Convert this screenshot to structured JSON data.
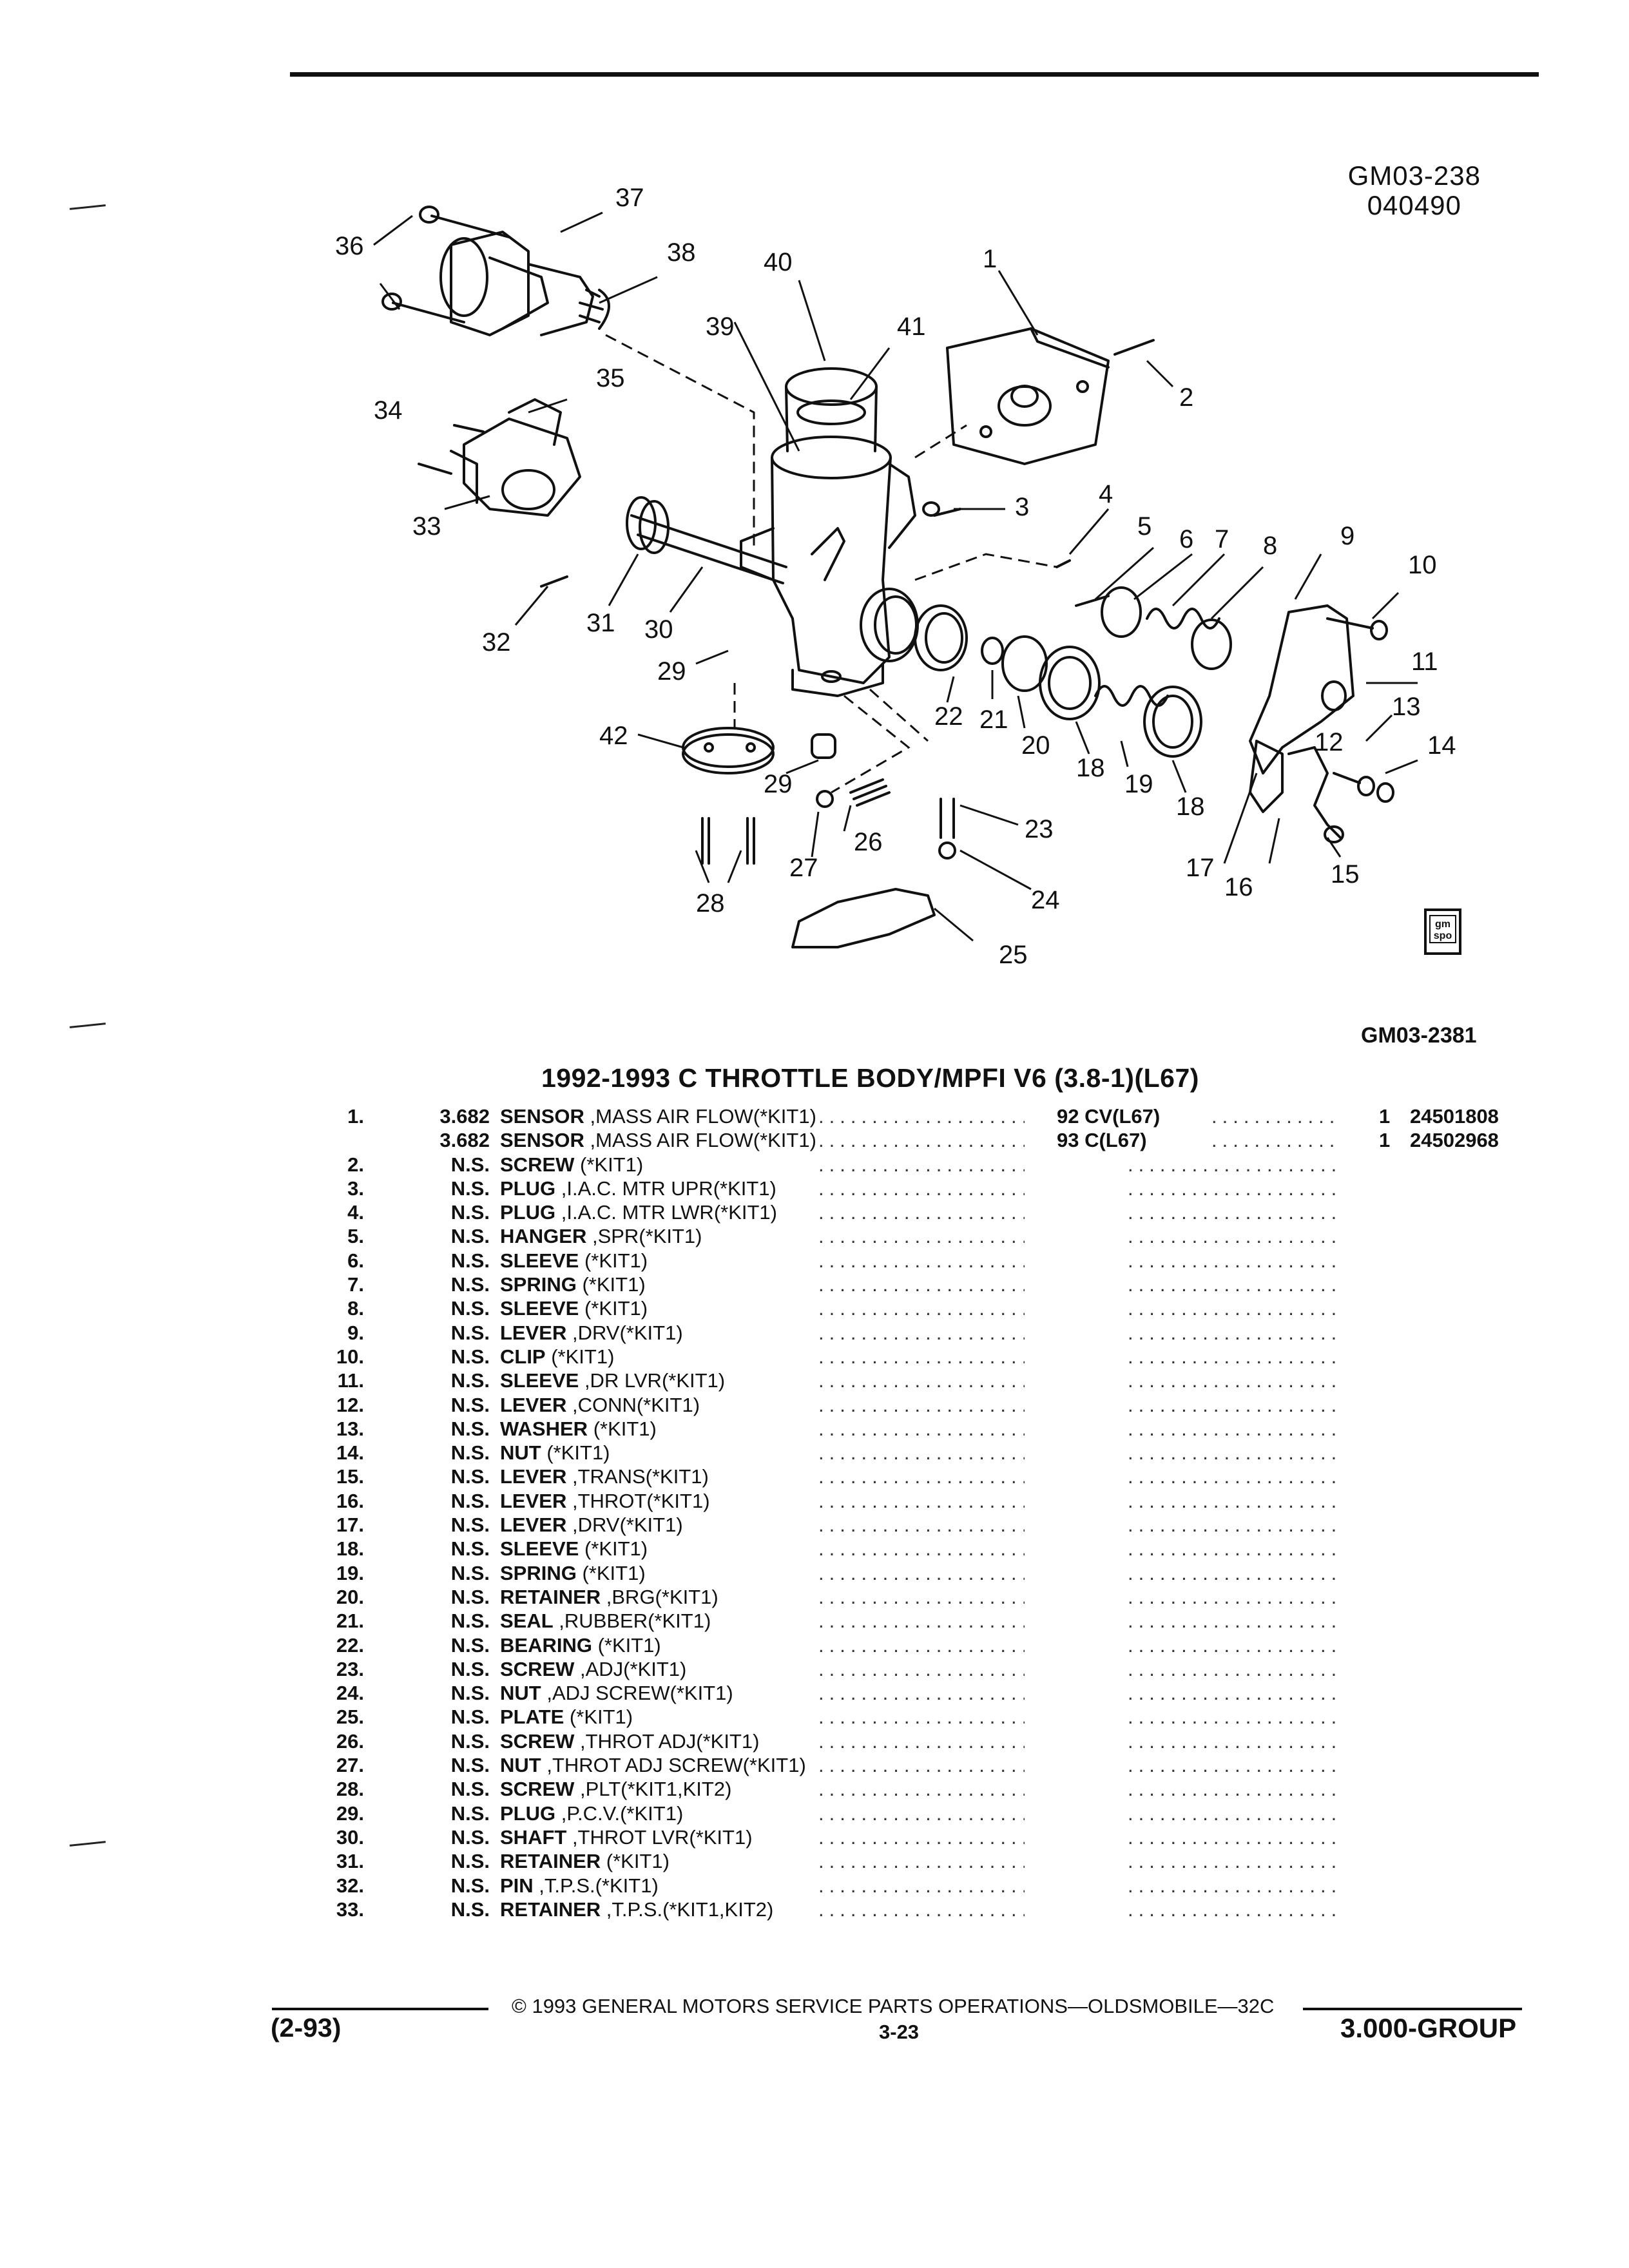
{
  "header": {
    "code1": "GM03-238",
    "code2": "040490"
  },
  "figure": {
    "code": "GM03-2381",
    "logo_text": "gm spo",
    "callouts": [
      "36",
      "37",
      "38",
      "40",
      "1",
      "39",
      "41",
      "2",
      "35",
      "34",
      "3",
      "33",
      "4",
      "5",
      "6",
      "7",
      "8",
      "9",
      "10",
      "32",
      "31",
      "30",
      "29",
      "11",
      "22",
      "21",
      "20",
      "13",
      "14",
      "42",
      "18",
      "12",
      "19",
      "29",
      "26",
      "23",
      "27",
      "17",
      "16",
      "15",
      "24",
      "28",
      "25",
      "18"
    ]
  },
  "section": {
    "title": "1992-1993 C THROTTLE BODY/MPFI V6 (3.8-1)(L67)"
  },
  "parts": [
    {
      "num": "1.",
      "qty": "3.682",
      "name": "SENSOR",
      "detail": " ,MASS AIR FLOW(*KIT1)",
      "model": "92  CV(L67)",
      "unit": "1",
      "partno": "24501808"
    },
    {
      "num": "",
      "qty": "3.682",
      "name": "SENSOR",
      "detail": " ,MASS AIR FLOW(*KIT1)",
      "model": "93  C(L67)",
      "unit": "1",
      "partno": "24502968"
    },
    {
      "num": "2.",
      "qty": "N.S.",
      "name": "SCREW",
      "detail": " (*KIT1)",
      "model": "",
      "unit": "",
      "partno": ""
    },
    {
      "num": "3.",
      "qty": "N.S.",
      "name": "PLUG",
      "detail": " ,I.A.C. MTR UPR(*KIT1)",
      "model": "",
      "unit": "",
      "partno": ""
    },
    {
      "num": "4.",
      "qty": "N.S.",
      "name": "PLUG",
      "detail": " ,I.A.C. MTR LWR(*KIT1)",
      "model": "",
      "unit": "",
      "partno": ""
    },
    {
      "num": "5.",
      "qty": "N.S.",
      "name": "HANGER",
      "detail": " ,SPR(*KIT1)",
      "model": "",
      "unit": "",
      "partno": ""
    },
    {
      "num": "6.",
      "qty": "N.S.",
      "name": "SLEEVE",
      "detail": " (*KIT1)",
      "model": "",
      "unit": "",
      "partno": ""
    },
    {
      "num": "7.",
      "qty": "N.S.",
      "name": "SPRING",
      "detail": " (*KIT1)",
      "model": "",
      "unit": "",
      "partno": ""
    },
    {
      "num": "8.",
      "qty": "N.S.",
      "name": "SLEEVE",
      "detail": " (*KIT1)",
      "model": "",
      "unit": "",
      "partno": ""
    },
    {
      "num": "9.",
      "qty": "N.S.",
      "name": "LEVER",
      "detail": " ,DRV(*KIT1)",
      "model": "",
      "unit": "",
      "partno": ""
    },
    {
      "num": "10.",
      "qty": "N.S.",
      "name": "CLIP",
      "detail": " (*KIT1)",
      "model": "",
      "unit": "",
      "partno": ""
    },
    {
      "num": "11.",
      "qty": "N.S.",
      "name": "SLEEVE",
      "detail": " ,DR LVR(*KIT1)",
      "model": "",
      "unit": "",
      "partno": ""
    },
    {
      "num": "12.",
      "qty": "N.S.",
      "name": "LEVER",
      "detail": " ,CONN(*KIT1)",
      "model": "",
      "unit": "",
      "partno": ""
    },
    {
      "num": "13.",
      "qty": "N.S.",
      "name": "WASHER",
      "detail": " (*KIT1)",
      "model": "",
      "unit": "",
      "partno": ""
    },
    {
      "num": "14.",
      "qty": "N.S.",
      "name": "NUT",
      "detail": " (*KIT1)",
      "model": "",
      "unit": "",
      "partno": ""
    },
    {
      "num": "15.",
      "qty": "N.S.",
      "name": "LEVER",
      "detail": " ,TRANS(*KIT1)",
      "model": "",
      "unit": "",
      "partno": ""
    },
    {
      "num": "16.",
      "qty": "N.S.",
      "name": "LEVER",
      "detail": " ,THROT(*KIT1)",
      "model": "",
      "unit": "",
      "partno": ""
    },
    {
      "num": "17.",
      "qty": "N.S.",
      "name": "LEVER",
      "detail": " ,DRV(*KIT1)",
      "model": "",
      "unit": "",
      "partno": ""
    },
    {
      "num": "18.",
      "qty": "N.S.",
      "name": "SLEEVE",
      "detail": " (*KIT1)",
      "model": "",
      "unit": "",
      "partno": ""
    },
    {
      "num": "19.",
      "qty": "N.S.",
      "name": "SPRING",
      "detail": " (*KIT1)",
      "model": "",
      "unit": "",
      "partno": ""
    },
    {
      "num": "20.",
      "qty": "N.S.",
      "name": "RETAINER",
      "detail": " ,BRG(*KIT1)",
      "model": "",
      "unit": "",
      "partno": ""
    },
    {
      "num": "21.",
      "qty": "N.S.",
      "name": "SEAL",
      "detail": " ,RUBBER(*KIT1)",
      "model": "",
      "unit": "",
      "partno": ""
    },
    {
      "num": "22.",
      "qty": "N.S.",
      "name": "BEARING",
      "detail": " (*KIT1)",
      "model": "",
      "unit": "",
      "partno": ""
    },
    {
      "num": "23.",
      "qty": "N.S.",
      "name": "SCREW",
      "detail": " ,ADJ(*KIT1)",
      "model": "",
      "unit": "",
      "partno": ""
    },
    {
      "num": "24.",
      "qty": "N.S.",
      "name": "NUT",
      "detail": " ,ADJ SCREW(*KIT1)",
      "model": "",
      "unit": "",
      "partno": ""
    },
    {
      "num": "25.",
      "qty": "N.S.",
      "name": "PLATE",
      "detail": " (*KIT1)",
      "model": "",
      "unit": "",
      "partno": ""
    },
    {
      "num": "26.",
      "qty": "N.S.",
      "name": "SCREW",
      "detail": " ,THROT ADJ(*KIT1)",
      "model": "",
      "unit": "",
      "partno": ""
    },
    {
      "num": "27.",
      "qty": "N.S.",
      "name": "NUT",
      "detail": " ,THROT ADJ SCREW(*KIT1)",
      "model": "",
      "unit": "",
      "partno": ""
    },
    {
      "num": "28.",
      "qty": "N.S.",
      "name": "SCREW",
      "detail": " ,PLT(*KIT1,KIT2)",
      "model": "",
      "unit": "",
      "partno": ""
    },
    {
      "num": "29.",
      "qty": "N.S.",
      "name": "PLUG",
      "detail": " ,P.C.V.(*KIT1)",
      "model": "",
      "unit": "",
      "partno": ""
    },
    {
      "num": "30.",
      "qty": "N.S.",
      "name": "SHAFT",
      "detail": " ,THROT LVR(*KIT1)",
      "model": "",
      "unit": "",
      "partno": ""
    },
    {
      "num": "31.",
      "qty": "N.S.",
      "name": "RETAINER",
      "detail": " (*KIT1)",
      "model": "",
      "unit": "",
      "partno": ""
    },
    {
      "num": "32.",
      "qty": "N.S.",
      "name": "PIN",
      "detail": " ,T.P.S.(*KIT1)",
      "model": "",
      "unit": "",
      "partno": ""
    },
    {
      "num": "33.",
      "qty": "N.S.",
      "name": "RETAINER",
      "detail": " ,T.P.S.(*KIT1,KIT2)",
      "model": "",
      "unit": "",
      "partno": ""
    }
  ],
  "footer": {
    "copyright": "© 1993 GENERAL MOTORS SERVICE PARTS OPERATIONS—OLDSMOBILE—32C",
    "page": "3-23",
    "date_code": "(2-93)",
    "group": "3.000-GROUP"
  }
}
